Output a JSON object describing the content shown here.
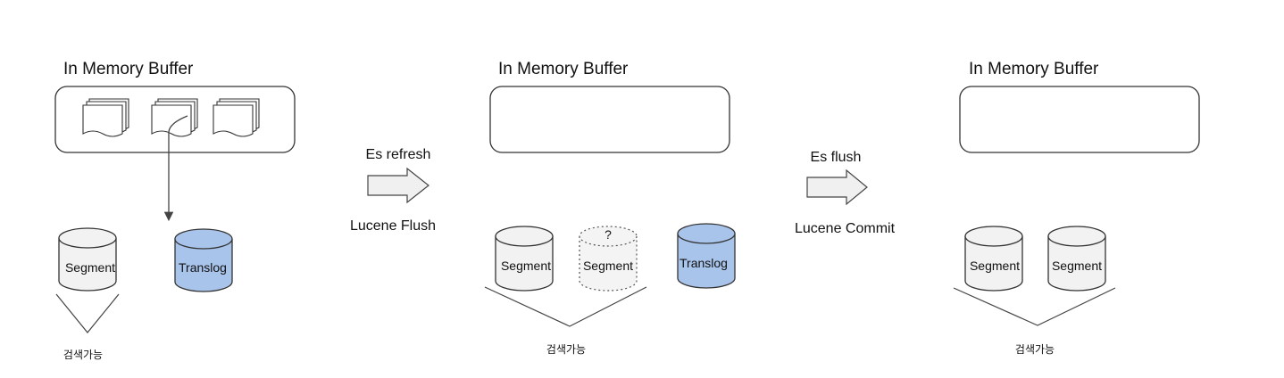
{
  "stage1": {
    "title": "In Memory Buffer",
    "segment_label": "Segment",
    "translog_label": "Translog",
    "searchable_label": "검색가능"
  },
  "transition1": {
    "top_label": "Es refresh",
    "bottom_label": "Lucene Flush"
  },
  "stage2": {
    "title": "In Memory Buffer",
    "segment_label": "Segment",
    "pending_segment_label": "Segment",
    "pending_mark": "?",
    "translog_label": "Translog",
    "searchable_label": "검색가능"
  },
  "transition2": {
    "top_label": "Es flush",
    "bottom_label": "Lucene Commit"
  },
  "stage3": {
    "title": "In Memory Buffer",
    "segment1_label": "Segment",
    "segment2_label": "Segment",
    "searchable_label": "검색가능"
  },
  "colors": {
    "stroke": "#333333",
    "segment_fill": "#f2f2f2",
    "translog_fill": "#a9c4eb",
    "arrow_fill": "#f0f0f0"
  }
}
